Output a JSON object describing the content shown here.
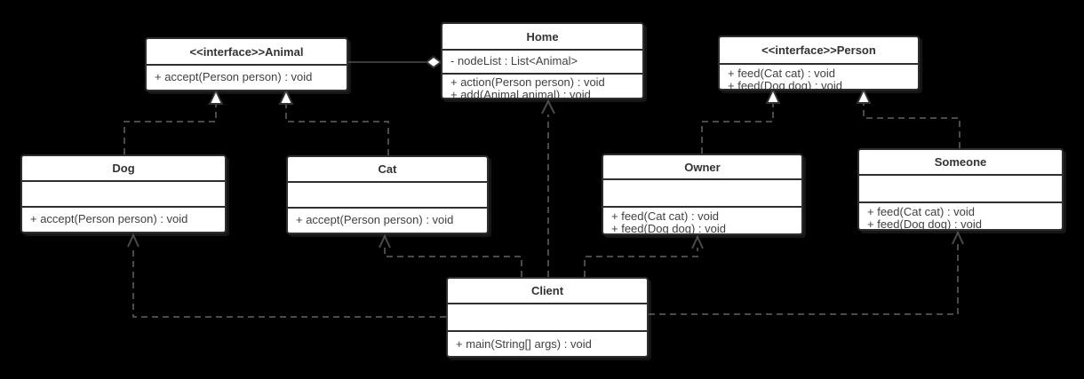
{
  "diagram": {
    "kind": "uml-class-diagram",
    "background_color": "#000000",
    "box_fill": "#ffffff",
    "box_border_color": "#2e2e2e",
    "title_text_color": "#333333",
    "member_text_color": "#414141",
    "connector_color": "#4a4a4a"
  },
  "classes": {
    "animal": {
      "title": "<<interface>>Animal",
      "attributes": [],
      "methods": [
        "+ accept(Person person) : void"
      ]
    },
    "home": {
      "title": "Home",
      "attributes": [
        "- nodeList : List<Animal>"
      ],
      "methods": [
        "+ action(Person person) : void",
        "+ add(Animal animal) : void"
      ]
    },
    "person": {
      "title": "<<interface>>Person",
      "attributes": [],
      "methods": [
        "+ feed(Cat cat) : void",
        "+ feed(Dog dog) : void"
      ]
    },
    "dog": {
      "title": "Dog",
      "attributes": [],
      "methods": [
        "+ accept(Person person) : void"
      ]
    },
    "cat": {
      "title": "Cat",
      "attributes": [],
      "methods": [
        "+ accept(Person person) : void"
      ]
    },
    "owner": {
      "title": "Owner",
      "attributes": [],
      "methods": [
        "+ feed(Cat cat) : void",
        "+ feed(Dog dog) : void"
      ]
    },
    "someone": {
      "title": "Someone",
      "attributes": [],
      "methods": [
        "+ feed(Cat cat) : void",
        "+ feed(Dog dog) : void"
      ]
    },
    "client": {
      "title": "Client",
      "attributes": [],
      "methods": [
        "+ main(String[] args) : void"
      ]
    }
  },
  "relationships": [
    {
      "from": "Home",
      "to": "Animal",
      "type": "aggregation"
    },
    {
      "from": "Dog",
      "to": "Animal",
      "type": "realization"
    },
    {
      "from": "Cat",
      "to": "Animal",
      "type": "realization"
    },
    {
      "from": "Owner",
      "to": "Person",
      "type": "realization"
    },
    {
      "from": "Someone",
      "to": "Person",
      "type": "realization"
    },
    {
      "from": "Client",
      "to": "Home",
      "type": "dependency"
    },
    {
      "from": "Client",
      "to": "Cat",
      "type": "dependency"
    },
    {
      "from": "Client",
      "to": "Owner",
      "type": "dependency"
    },
    {
      "from": "Client",
      "to": "Dog",
      "type": "dependency"
    },
    {
      "from": "Client",
      "to": "Someone",
      "type": "dependency"
    }
  ]
}
